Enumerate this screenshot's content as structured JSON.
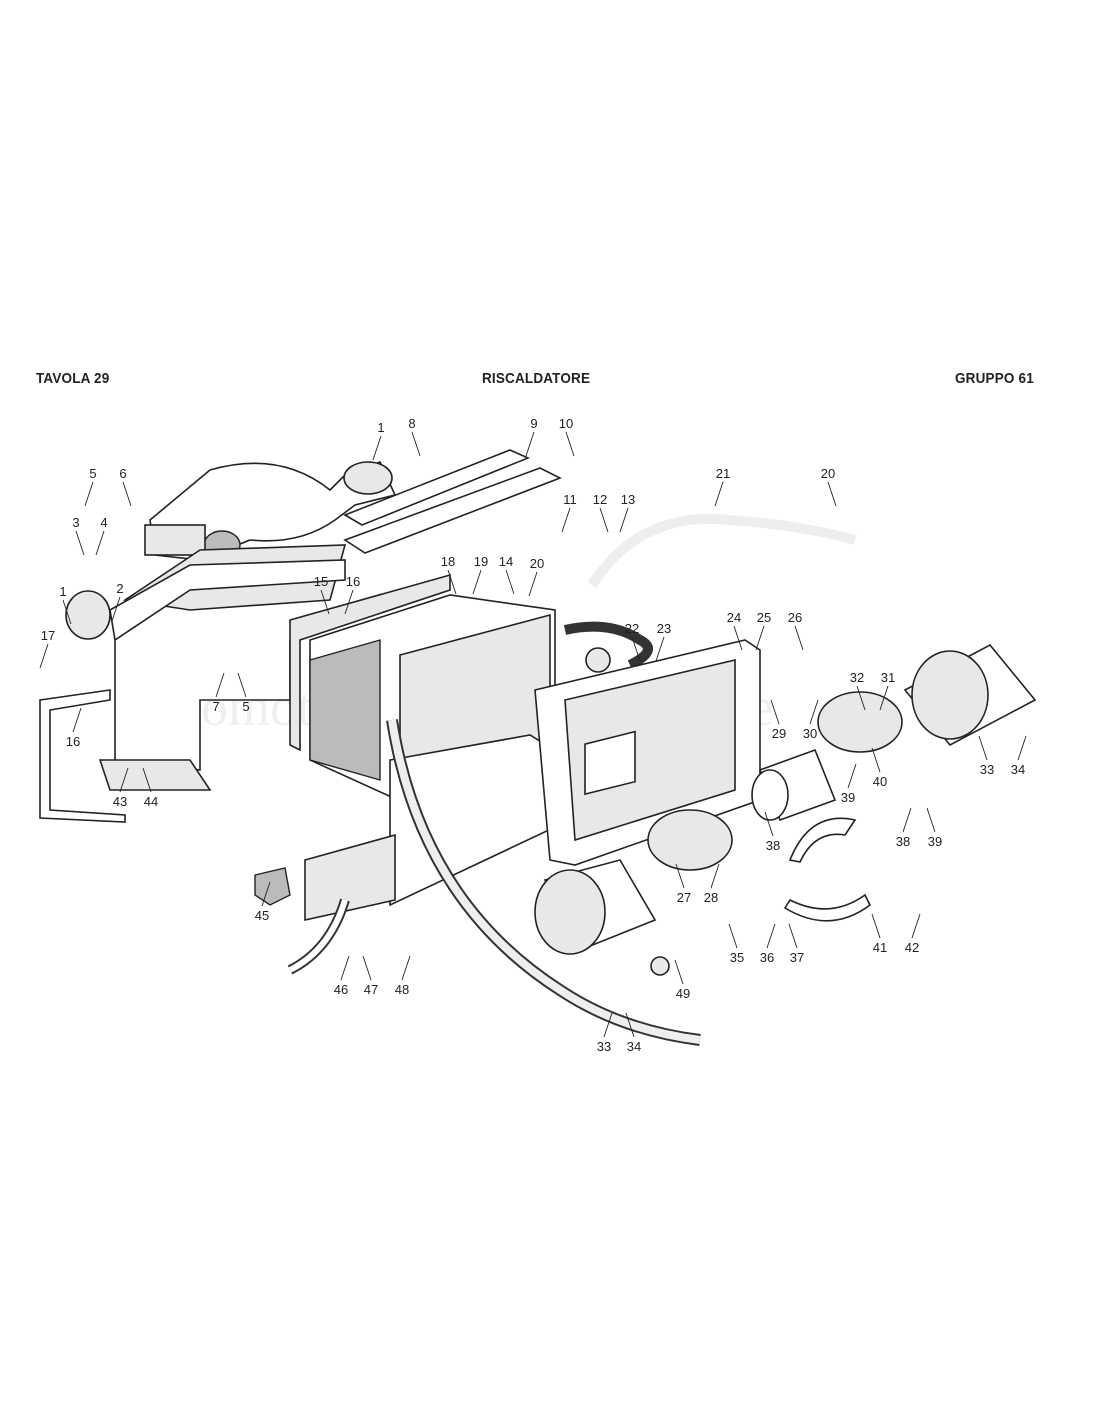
{
  "header": {
    "left": "TAVOLA 29",
    "center": "RISCALDATORE",
    "right": "GRUPPO 61"
  },
  "watermark": "Automotive Literature Europe",
  "callouts": [
    "1",
    "8",
    "9",
    "10",
    "21",
    "20",
    "5",
    "6",
    "11",
    "12",
    "13",
    "3",
    "4",
    "14",
    "20",
    "15",
    "16",
    "18",
    "19",
    "1",
    "2",
    "22",
    "23",
    "24",
    "25",
    "26",
    "17",
    "32",
    "31",
    "7",
    "5",
    "16",
    "29",
    "30",
    "33",
    "34",
    "40",
    "39",
    "38",
    "38",
    "39",
    "43",
    "44",
    "45",
    "27",
    "28",
    "41",
    "42",
    "35",
    "36",
    "37",
    "46",
    "47",
    "48",
    "49",
    "33",
    "34"
  ]
}
